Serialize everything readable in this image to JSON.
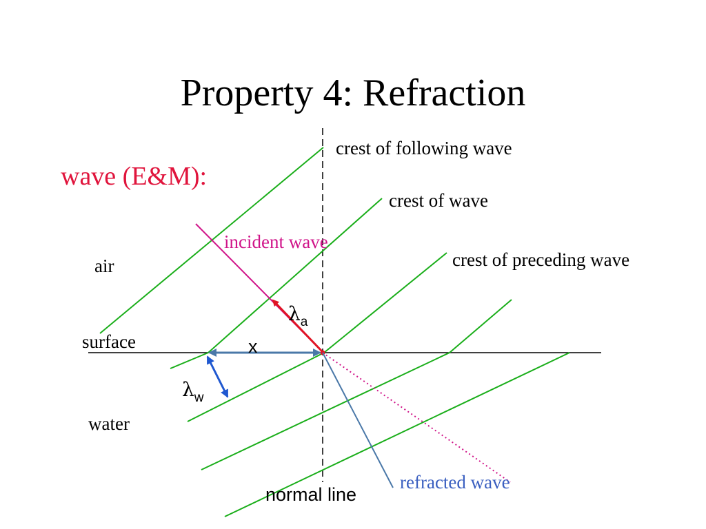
{
  "slide": {
    "title": "Property 4: Refraction",
    "subtitle": "wave (E&M):"
  },
  "labels": {
    "crest_following": "crest of following wave",
    "crest_wave": "crest of wave",
    "crest_preceding": "crest of preceding wave",
    "incident_wave": "incident wave",
    "air": "air",
    "surface": "surface",
    "water": "water",
    "refracted_wave": "refracted wave",
    "normal_line": "normal line",
    "x": "x",
    "lambda_symbol": "λ",
    "lambda_a_sub": "a",
    "lambda_w_sub": "w"
  },
  "colors": {
    "title": "#000000",
    "subtitle": "#e0143c",
    "crest": "#1aae1a",
    "incident": "#d01489",
    "lambda_a_arrow": "#e01424",
    "lambda_w_arrow": "#1f58d0",
    "refracted": "#4a78a8",
    "refracted_label": "#3a5fc0",
    "x_arrow": "#4a78a8",
    "surface": "#000000",
    "normal": "#000000"
  }
}
